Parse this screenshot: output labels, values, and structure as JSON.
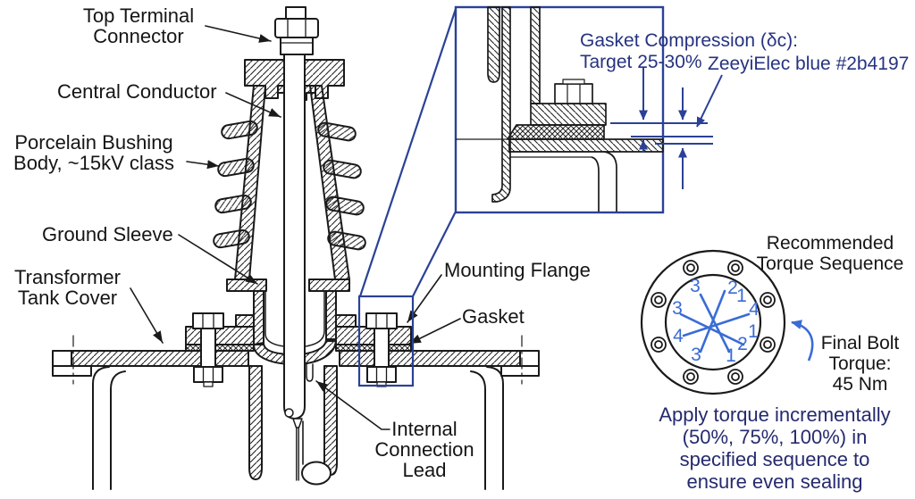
{
  "main_view": {
    "labels": {
      "top_terminal_connector": [
        "Top Terminal",
        "Connector"
      ],
      "central_conductor": [
        "Central Conductor"
      ],
      "porcelain_bushing": [
        "Porcelain Bushing",
        "Body, ~15kV class"
      ],
      "ground_sleeve": [
        "Ground Sleeve"
      ],
      "transformer_tank_cover": [
        "Transformer",
        "Tank Cover"
      ],
      "mounting_flange": [
        "Mounting Flange"
      ],
      "gasket": [
        "Gasket"
      ],
      "internal_connection_lead": [
        "Internal",
        "Connection",
        "Lead"
      ]
    }
  },
  "detail_inset": {
    "gasket_compression": [
      "Gasket Compression (δc):",
      "Target 25-30%"
    ],
    "brand_blue_label": "ZeeyiElec blue #2b4197"
  },
  "torque_diagram": {
    "title": [
      "Recommended",
      "Torque Sequence"
    ],
    "final_torque": [
      "Final Bolt",
      "Torque:",
      "45 Nm"
    ],
    "bolt_numbers": [
      "3",
      "2",
      "1",
      "3",
      "4",
      "4",
      "1",
      "2",
      "3",
      "1"
    ],
    "note": [
      "Apply torque incrementally",
      "(50%, 75%, 100%) in",
      "specified sequence to",
      "ensure even sealing"
    ]
  },
  "colors": {
    "annotation_blue": "#2b4197",
    "sequence_blue": "#3a6cd4",
    "navy_text": "#263380",
    "line_black": "#1a1a1a"
  }
}
